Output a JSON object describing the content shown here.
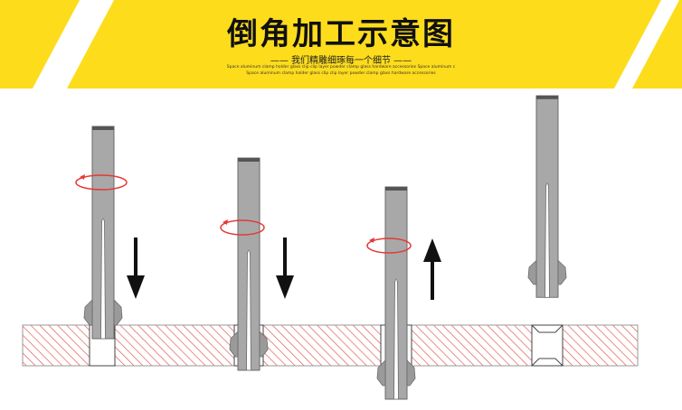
{
  "header": {
    "title": "倒角加工示意图",
    "subtitle": "—— 我们精雕细琢每一个细节 ——",
    "caption_line1": "Space aluminum clamp holder glass clip clip layer powder clamp glass hardware accessories   Space aluminum c",
    "caption_line2": "Space aluminum clamp holder glass clip clip layer powder clamp glass hardware accessories"
  },
  "colors": {
    "banner": "#fddc1c",
    "hatch": "#e0504a",
    "rotation": "#e53935",
    "tool": "#a8a8a8"
  },
  "steps": [
    {
      "name": "insert",
      "arrow": "down",
      "rotating": true
    },
    {
      "name": "chamfer-top",
      "arrow": "down",
      "rotating": true
    },
    {
      "name": "chamfer-bottom",
      "arrow": "up",
      "rotating": true
    },
    {
      "name": "withdraw",
      "arrow": "none",
      "rotating": false
    }
  ]
}
